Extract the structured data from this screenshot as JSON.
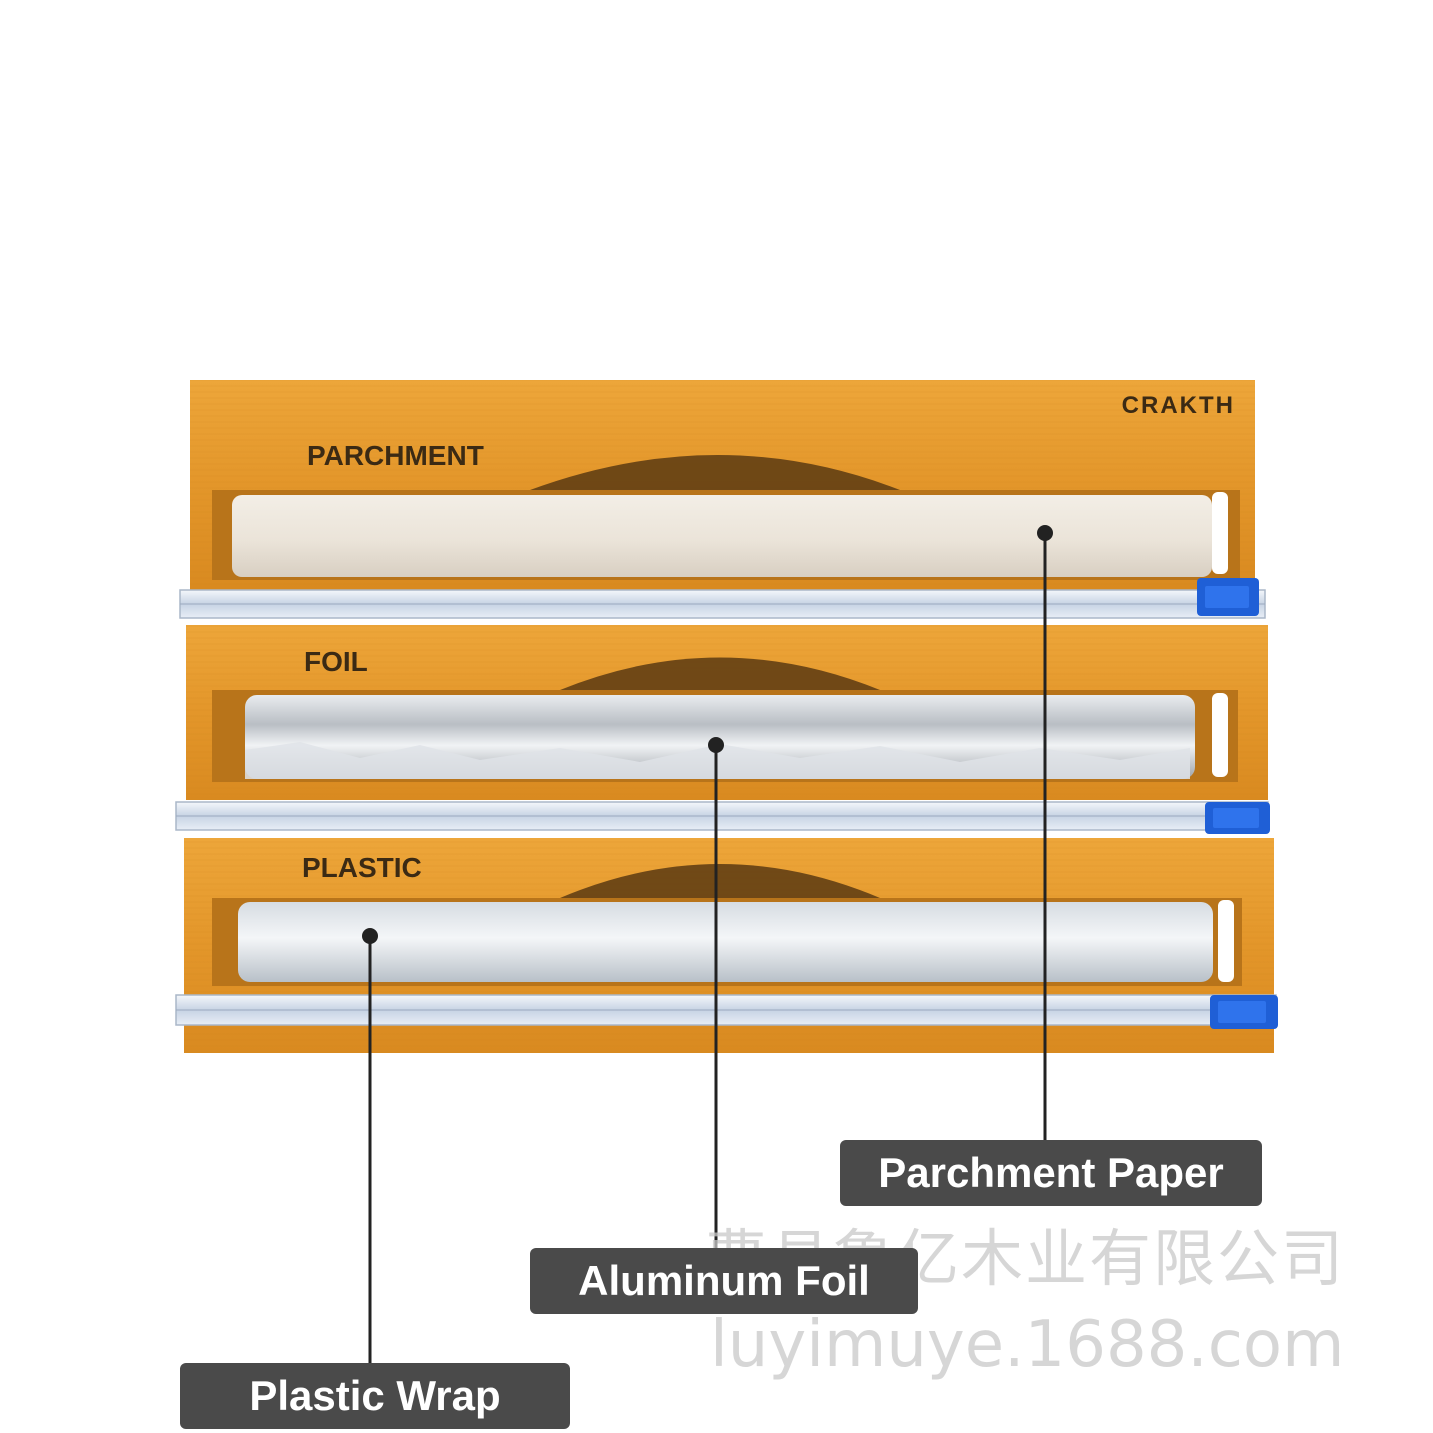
{
  "product": {
    "brand": "CRAKTH",
    "compartments": [
      {
        "label": "PARCHMENT"
      },
      {
        "label": "FOIL"
      },
      {
        "label": "PLASTIC"
      }
    ]
  },
  "callouts": {
    "parchment": "Parchment Paper",
    "foil": "Aluminum Foil",
    "plastic": "Plastic Wrap"
  },
  "watermark": {
    "line1": "曹县鲁亿木业有限公司",
    "line2": "luyimuye.1688.com"
  },
  "colors": {
    "bamboo": "#e69a2e",
    "bamboo_dark": "#c97d17",
    "slider": "#1f5fd6",
    "callout_bg": "#4a4a4a"
  }
}
